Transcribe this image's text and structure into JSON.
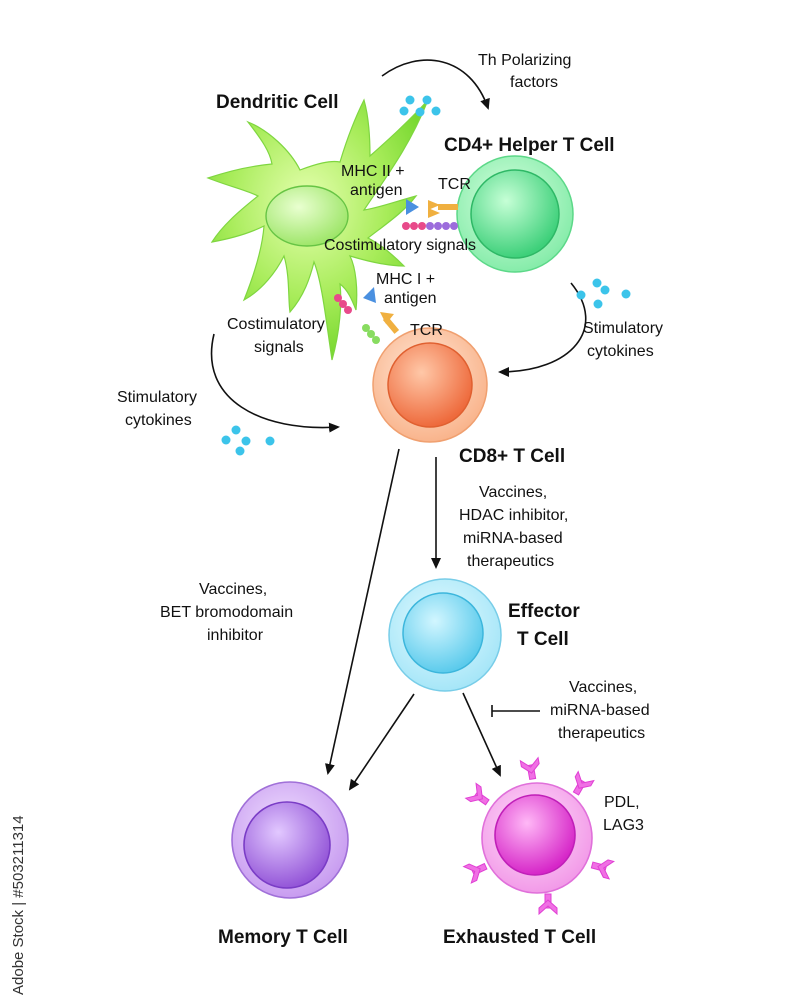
{
  "cells": {
    "dendritic": "Dendritic Cell",
    "cd4": "CD4+ Helper T Cell",
    "cd8": "CD8+ T Cell",
    "effector_line1": "Effector",
    "effector_line2": "T Cell",
    "memory": "Memory T Cell",
    "exhausted": "Exhausted T Cell"
  },
  "labels": {
    "th_polarizing_1": "Th Polarizing",
    "th_polarizing_2": "factors",
    "mhc2_1": "MHC II +",
    "mhc2_2": "antigen",
    "tcr_top": "TCR",
    "costim_center": "Costimulatory signals",
    "mhc1_1": "MHC I +",
    "mhc1_2": "antigen",
    "tcr_bottom": "TCR",
    "costim_left_1": "Costimulatory",
    "costim_left_2": "signals",
    "stim_right_1": "Stimulatory",
    "stim_right_2": "cytokines",
    "stim_left_1": "Stimulatory",
    "stim_left_2": "cytokines",
    "vaccines_hdac_1": "Vaccines,",
    "vaccines_hdac_2": "HDAC inhibitor,",
    "vaccines_hdac_3": "miRNA-based",
    "vaccines_hdac_4": "therapeutics",
    "vaccines_bet_1": "Vaccines,",
    "vaccines_bet_2": "BET bromodomain",
    "vaccines_bet_3": "inhibitor",
    "vaccines_mirna_1": "Vaccines,",
    "vaccines_mirna_2": "miRNA-based",
    "vaccines_mirna_3": "therapeutics",
    "pdl_1": "PDL,",
    "pdl_2": "LAG3"
  },
  "watermark": "Adobe Stock | #503211314",
  "colors": {
    "dendritic": "#8fe04a",
    "cd4": "#5fe08a",
    "cd8": "#f48a5a",
    "effector": "#7fd6f0",
    "memory": "#a86ee0",
    "exhausted": "#e640d8",
    "cytokine": "#3cc4ea",
    "mhc_triangle": "#4a90e0",
    "tcr": "#f0b040"
  }
}
